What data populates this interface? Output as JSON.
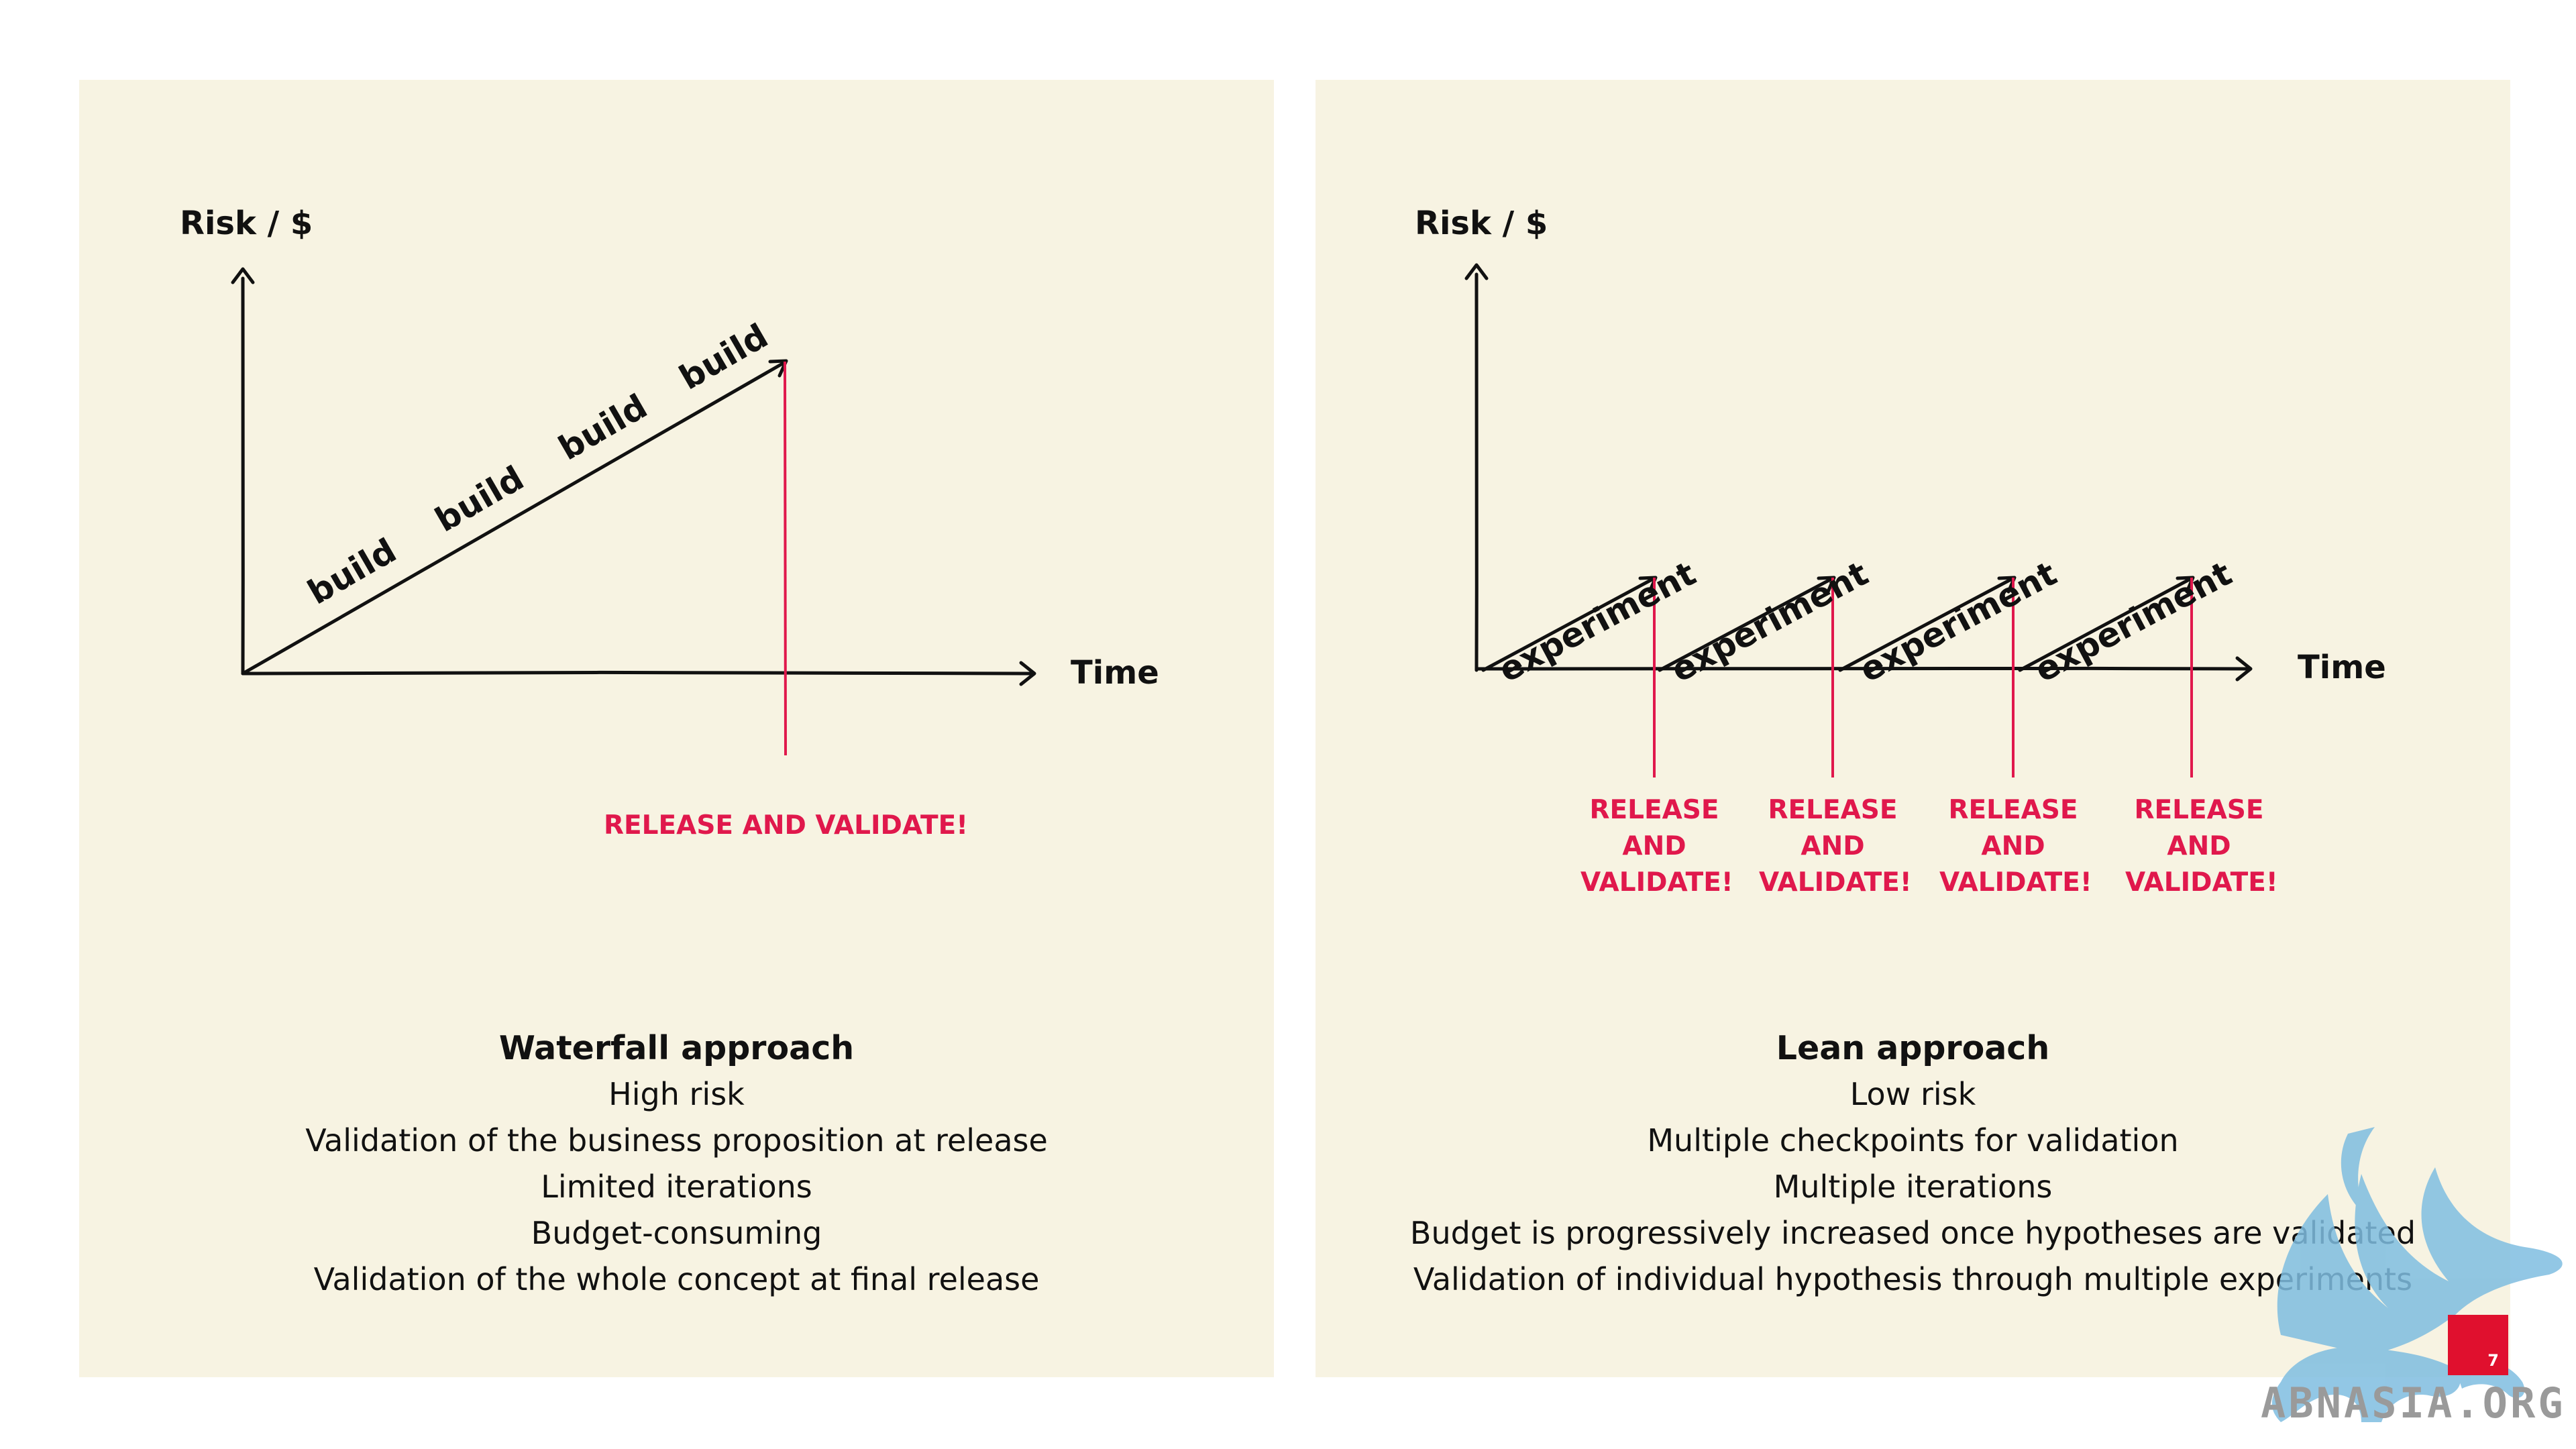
{
  "waterfall": {
    "y_axis_label": "Risk / $",
    "x_axis_label": "Time",
    "slope_labels": [
      "build",
      "build",
      "build",
      "build"
    ],
    "release_label": "RELEASE AND VALIDATE!",
    "summary": {
      "heading": "Waterfall approach",
      "lines": [
        "High risk",
        "Validation of the business proposition at release",
        "Limited iterations",
        "Budget-consuming",
        "Validation of the whole concept at final release"
      ]
    }
  },
  "lean": {
    "y_axis_label": "Risk / $",
    "x_axis_label": "Time",
    "slope_labels": [
      "experiment",
      "experiment",
      "experiment",
      "experiment"
    ],
    "release_labels": [
      [
        "RELEASE",
        "AND",
        "VALIDATE!"
      ],
      [
        "RELEASE",
        "AND",
        "VALIDATE!"
      ],
      [
        "RELEASE",
        "AND",
        "VALIDATE!"
      ],
      [
        "RELEASE",
        "AND",
        "VALIDATE!"
      ]
    ],
    "summary": {
      "heading": "Lean approach",
      "lines": [
        "Low risk",
        "Multiple checkpoints for validation",
        "Multiple iterations",
        "Budget is progressively increased once hypotheses are validated",
        "Validation of individual hypothesis through multiple experiments"
      ]
    }
  },
  "page_number": "7",
  "watermark": "ABNASIA.ORG",
  "colors": {
    "panel": "#f7f3e2",
    "accent": "#e0184c",
    "ink": "#111111",
    "watermark": "#7fbde0"
  }
}
